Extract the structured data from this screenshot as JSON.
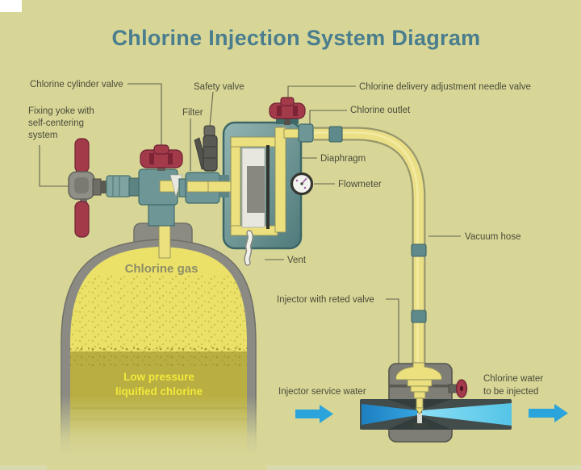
{
  "title": "Chlorine Injection System Diagram",
  "labels": {
    "chlorine_cylinder_valve": "Chlorine cylinder valve",
    "fixing_yoke_line1": "Fixing yoke with",
    "fixing_yoke_line2": "self-centering",
    "fixing_yoke_line3": "system",
    "safety_valve": "Safety valve",
    "filter": "Filter",
    "needle_valve": "Chlorine delivery adjustment needle valve",
    "chlorine_outlet": "Chlorine outlet",
    "diaphragm": "Diaphragm",
    "flowmeter": "Flowmeter",
    "vent": "Vent",
    "vacuum_hose": "Vacuum hose",
    "chlorine_gas": "Chlorine gas",
    "low_pressure_line1": "Low pressure",
    "low_pressure_line2": "liquified chlorine",
    "injector": "Injector with reted valve",
    "injector_service_water": "Injector service water",
    "chlorine_water_line1": "Chlorine water",
    "chlorine_water_line2": "to be injected"
  },
  "colors": {
    "bg": "#d7d697",
    "title": "#4a7d8e",
    "label": "#4b4b3a",
    "leader": "#62624f",
    "cyl_gray": "#8b8b84",
    "gas_yellow": "#ebe169",
    "liquid": "#b9ae41",
    "liquid_text": "#f2e93c",
    "gas_text": "#8d8d68",
    "teal": "#6f9697",
    "teal_dark": "#3f6a6a",
    "teal_light": "#9dbcba",
    "red": "#a23a4a",
    "red_dark": "#6f2133",
    "metal": "#8f8f87",
    "hose": "#ece087",
    "hose_edge": "#97976d",
    "channel": "#ecdf7d",
    "pipe": "#424c4b",
    "inj_gray": "#7e7e76",
    "water_blue": "#2196d3",
    "water_cyan": "#7fdaf3",
    "arrow_blue": "#2aa4da",
    "white": "#ffffff"
  }
}
